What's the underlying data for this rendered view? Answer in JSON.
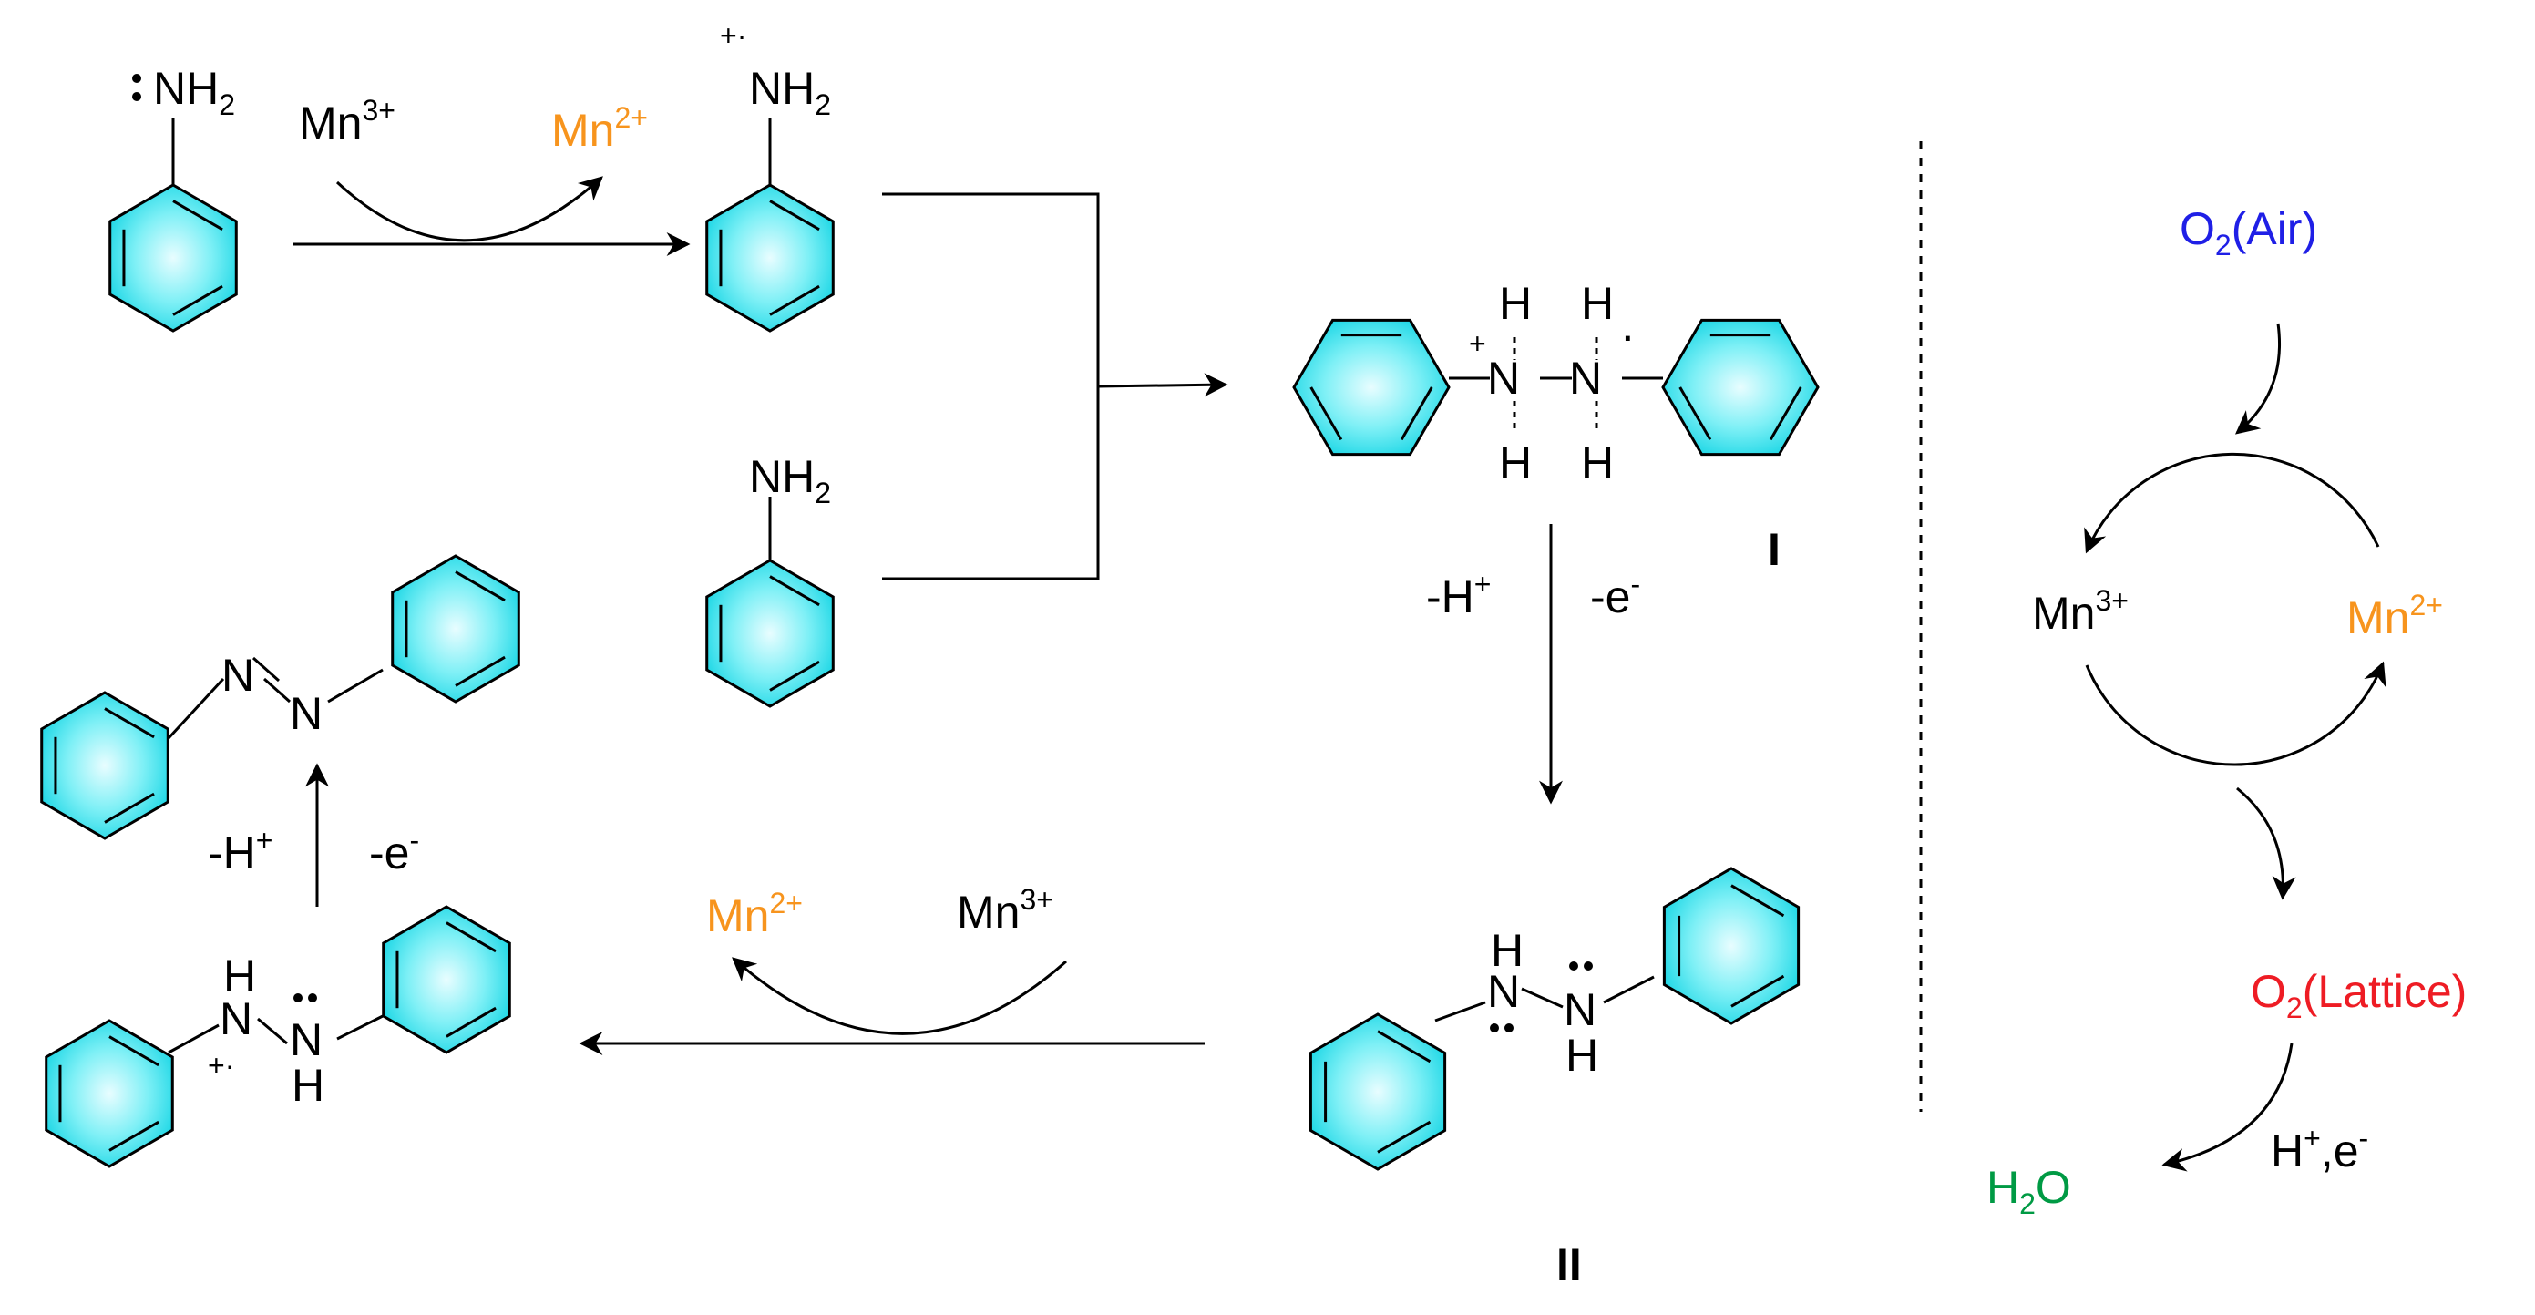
{
  "colors": {
    "ring_fill": "#33e3ef",
    "ring_center": "#e8fdff",
    "orange": "#f7941d",
    "blue": "#1f1fe6",
    "red": "#ee1c24",
    "green": "#009a44",
    "black": "#000000"
  },
  "molecules": {
    "aniline_top": {
      "group": "NH",
      "sub": "2"
    },
    "radical_cation": {
      "group": "NH",
      "sub": "2",
      "charge": "+·"
    },
    "aniline_mid": {
      "group": "NH",
      "sub": "2"
    }
  },
  "step1": {
    "reagent_base": "Mn",
    "reagent_sup": "3+",
    "product_base": "Mn",
    "product_sup": "2+"
  },
  "intermediate_I": {
    "label": "I",
    "atom": "N",
    "h": "H",
    "plus": "+",
    "dot": "·"
  },
  "step_I_to_II": {
    "proton_base": "-H",
    "proton_sup": "+",
    "electron_base": "-e",
    "electron_sup": "-"
  },
  "intermediate_II": {
    "label": "II",
    "atom": "N",
    "h": "H"
  },
  "step_II_to_III": {
    "product_base": "Mn",
    "product_sup": "2+",
    "reagent_base": "Mn",
    "reagent_sup": "3+"
  },
  "intermediate_III": {
    "atom": "N",
    "h": "H",
    "charge": "+·"
  },
  "step_to_azo": {
    "proton_base": "-H",
    "proton_sup": "+",
    "electron_base": "-e",
    "electron_sup": "-"
  },
  "azobenzene": {
    "atom": "N"
  },
  "cycle": {
    "o2_air": {
      "base": "O",
      "sub": "2",
      "suffix": "(Air)"
    },
    "mn3": {
      "base": "Mn",
      "sup": "3+"
    },
    "mn2": {
      "base": "Mn",
      "sup": "2+"
    },
    "o2_lattice": {
      "base": "O",
      "sub": "2",
      "suffix": "(Lattice)"
    },
    "reduction": {
      "h": "H",
      "h_sup": "+",
      "mid": ",e",
      "e_sup": "-"
    },
    "water": {
      "base": "H",
      "sub": "2",
      "suffix": "O"
    }
  }
}
